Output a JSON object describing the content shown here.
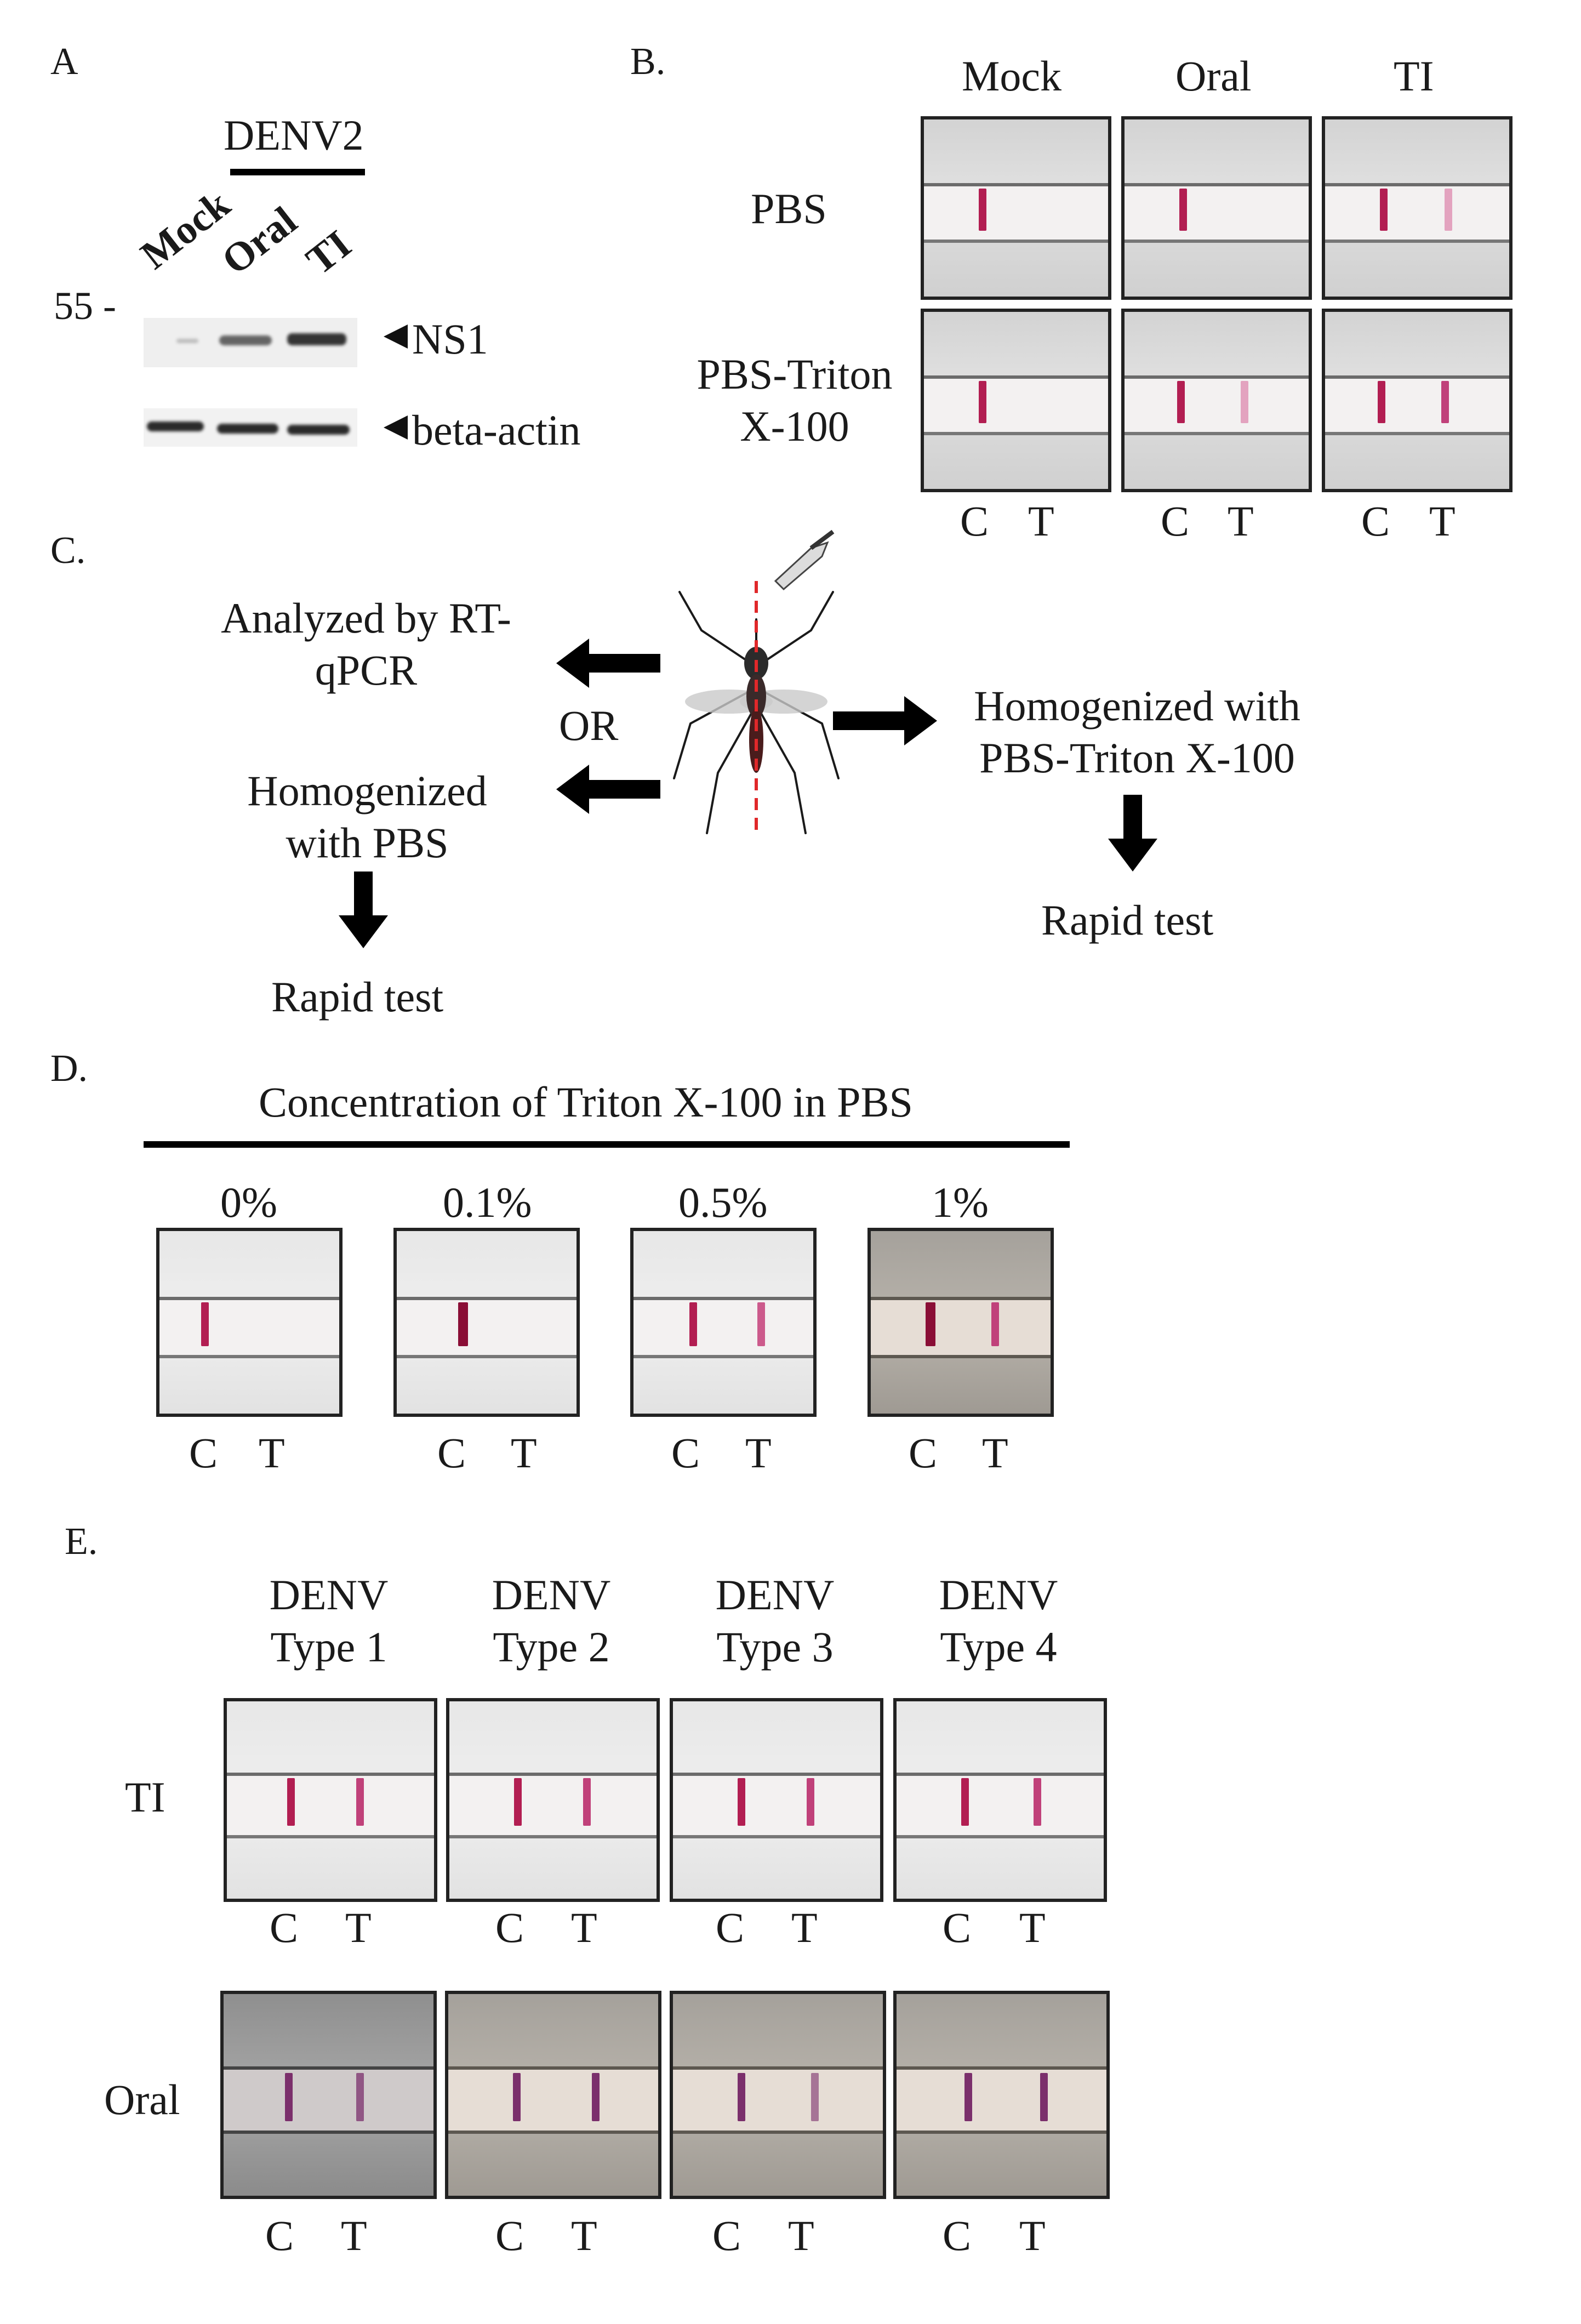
{
  "panels": {
    "A": {
      "label": "A",
      "group_label": "DENV2",
      "lanes": [
        "Mock",
        "Oral",
        "TI"
      ],
      "marker": "55 -",
      "band_labels": [
        "NS1",
        "beta-actin"
      ]
    },
    "B": {
      "label": "B.",
      "columns": [
        "Mock",
        "Oral",
        "TI"
      ],
      "rows": [
        "PBS",
        "PBS-Triton X-100"
      ],
      "ct": [
        "C",
        "T"
      ]
    },
    "C": {
      "label": "C.",
      "left_top": "Analyzed by RT-qPCR",
      "or": "OR",
      "left_bottom": "Homogenized with PBS",
      "left_result": "Rapid test",
      "right_top": "Homogenized with PBS-Triton X-100",
      "right_result": "Rapid test"
    },
    "D": {
      "label": "D.",
      "title": "Concentration of Triton X-100 in PBS",
      "concentrations": [
        "0%",
        "0.1%",
        "0.5%",
        "1%"
      ],
      "ct": [
        "C",
        "T"
      ]
    },
    "E": {
      "label": "E.",
      "columns": [
        "DENV Type 1",
        "DENV Type 2",
        "DENV Type 3",
        "DENV Type 4"
      ],
      "rows": [
        "TI",
        "Oral"
      ],
      "ct": [
        "C",
        "T"
      ]
    }
  },
  "colors": {
    "control_line": "#b21e52",
    "test_line": "#c0417a",
    "oral_line": "#7b2f6c"
  }
}
